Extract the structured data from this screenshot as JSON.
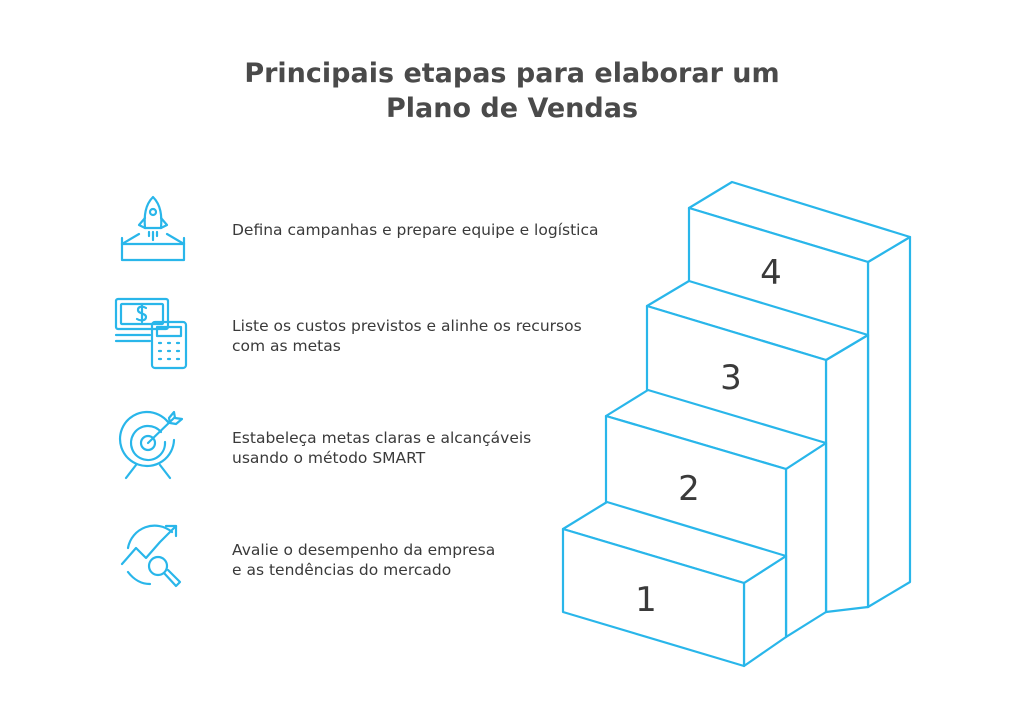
{
  "title": {
    "line1": "Principais etapas para elaborar um",
    "line2": "Plano de Vendas"
  },
  "accent_color": "#29b6ea",
  "steps": [
    {
      "number": "1",
      "icon": "trend-magnifier-icon",
      "line1": "Avalie o desempenho da empresa",
      "line2": "e as tendências do mercado"
    },
    {
      "number": "2",
      "icon": "target-arrow-icon",
      "line1": "Estabeleça metas claras e alcançáveis",
      "line2": "usando o método SMART"
    },
    {
      "number": "3",
      "icon": "money-calculator-icon",
      "line1": "Liste os custos previstos e alinhe os recursos",
      "line2": "com as metas"
    },
    {
      "number": "4",
      "icon": "rocket-launch-icon",
      "line1": "Defina campanhas e prepare equipe e logística",
      "line2": ""
    }
  ]
}
